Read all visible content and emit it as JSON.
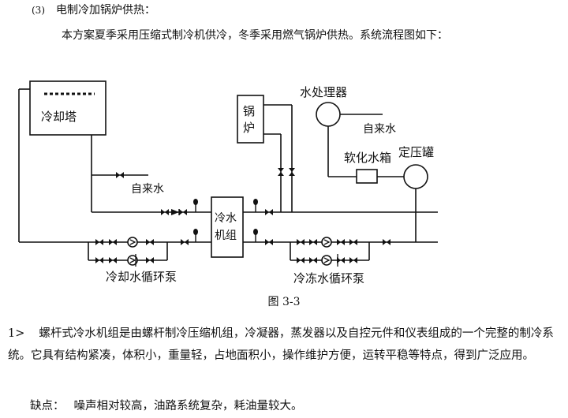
{
  "heading": {
    "number": "(3)",
    "title": "电制冷加锅炉供热："
  },
  "intro": "本方案夏季采用压缩式制冷机供冷，冬季采用燃气锅炉供热。系统流程图如下：",
  "diagram": {
    "cooling_tower": "冷却塔",
    "boiler": [
      "锅",
      "炉"
    ],
    "water_treatment": "水处理器",
    "tap_water_top": "自来水",
    "tap_water_left": "自来水",
    "softened_tank": "软化水箱",
    "pressure_tank": "定压罐",
    "chiller": [
      "冷水",
      "机组"
    ],
    "cooling_pump": "冷却水循环泵",
    "chilled_pump": "冷冻水循环泵"
  },
  "caption": "图 3-3",
  "para1": {
    "lead": "1>",
    "text": "螺杆式冷水机组是由螺杆制冷压缩机组，冷凝器，蒸发器以及自控元件和仪表组成的一个完整的制冷系统。它具有结构紧凑，体积小，重量轻，占地面积小，操作维护方便，运转平稳等特点，得到广泛应用。"
  },
  "para2": {
    "lead": "缺点：",
    "text": "噪声相对较高，油路系统复杂，耗油量较大。"
  }
}
